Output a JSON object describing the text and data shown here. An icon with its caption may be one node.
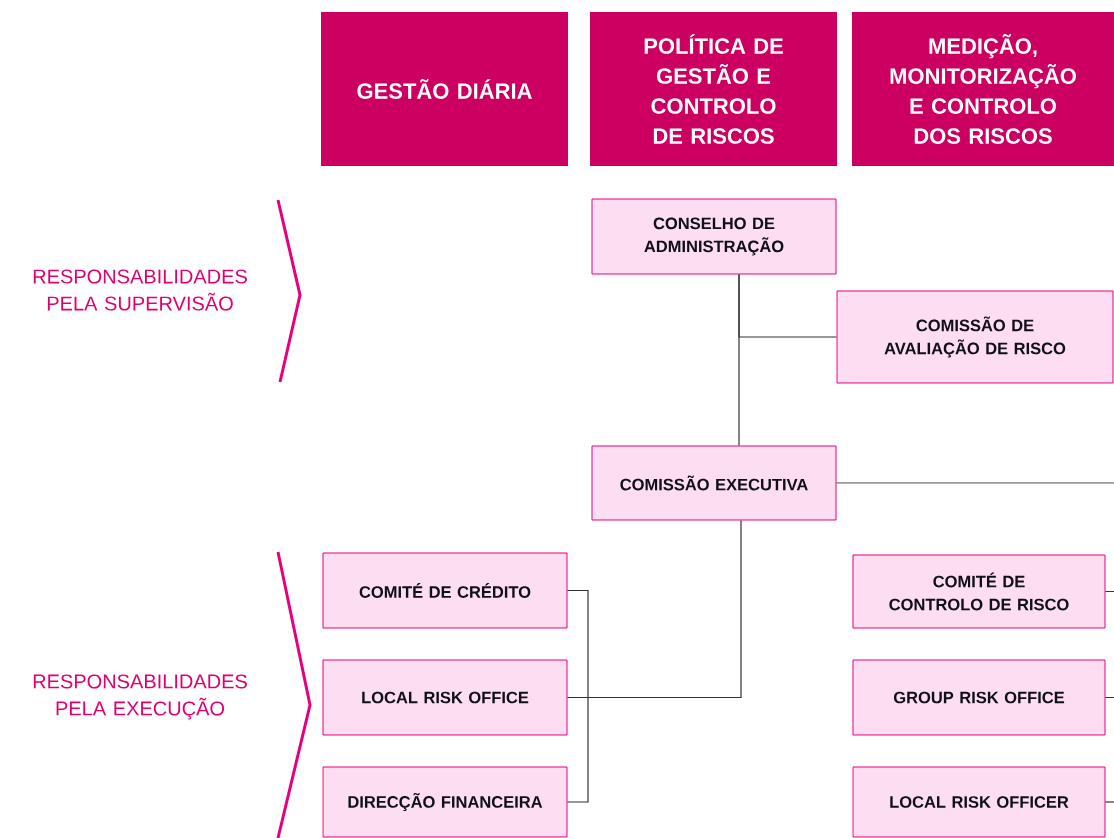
{
  "diagram": {
    "nodes": [
      {
        "text": [
          "GESTÃO DIÁRIA"
        ]
      },
      {
        "text": [
          "POLÍTICA DE GESTÃO E CONTROLO DE RISCOS"
        ]
      },
      {
        "text": [
          "MEDIÇÃO, MONITORIZAÇÃO E CONTROLO DOS RISCOS"
        ]
      },
      {
        "text": [
          "CONSELHO DE ADMINISTRAÇÃO"
        ]
      },
      {
        "text": [
          "COMISSÃO DE AVALIAÇÃO DE RISCO"
        ]
      },
      {
        "text": [
          "COMISSÃO EXECUTIVA"
        ]
      },
      {
        "text": [
          "COMITÉ DE CRÉDITO"
        ]
      },
      {
        "text": [
          "LOCAL RISK OFFICE"
        ]
      },
      {
        "text": [
          "DIRECÇÃO FINANCEIRA"
        ]
      },
      {
        "text": [
          "COMITÉ DE CONTROLO DE RISCO"
        ]
      },
      {
        "text": [
          "GROUP RISK OFFICE"
        ]
      },
      {
        "text": [
          "LOCAL RISK OFFICER"
        ]
      }
    ],
    "edges": [
      {
        "from": 3,
        "to": 5,
        "arrow": "none"
      },
      {
        "from": 3,
        "to": 4,
        "arrow": "none"
      },
      {
        "from": 5,
        "to": 7,
        "arrow": "none"
      },
      {
        "from": 6,
        "to": 8,
        "arrow": "none"
      },
      {
        "from": 5,
        "to": null,
        "arrow": "none"
      },
      {
        "from": 9,
        "to": null,
        "arrow": "none"
      },
      {
        "from": 10,
        "to": null,
        "arrow": "none"
      },
      {
        "from": 11,
        "to": null,
        "arrow": "none"
      }
    ],
    "labels": [
      "RESPONSABILIDADES PELA SUPERVISÃO",
      "RESPONSABILIDADES PELA EXECUÇÃO"
    ]
  }
}
